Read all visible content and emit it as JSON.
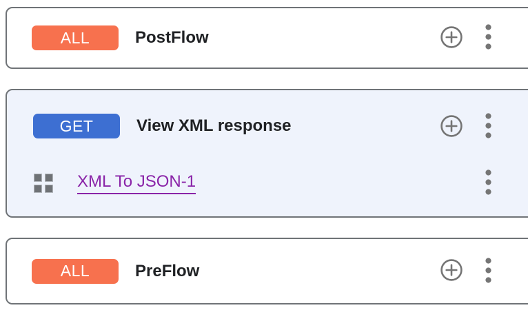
{
  "colors": {
    "badge_all": "#F7714E",
    "badge_get": "#3D6FD2",
    "card_border": "#6F7377",
    "selected_card_bg": "#EFF3FC",
    "icon_gray": "#757575",
    "policy_link_purple": "#8A24A8",
    "title_text": "#1F2124"
  },
  "icons": {
    "add": "plus-circle",
    "more": "more-vert-kebab",
    "policy_handle": "grid-2x2"
  },
  "flows": [
    {
      "badge": "ALL",
      "title": "PostFlow"
    },
    {
      "badge": "GET",
      "title": "View XML response",
      "policies": [
        {
          "label": "XML To JSON-1"
        }
      ]
    },
    {
      "badge": "ALL",
      "title": "PreFlow"
    }
  ]
}
